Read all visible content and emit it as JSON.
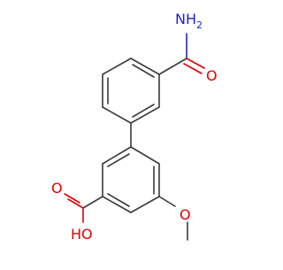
{
  "molecule": {
    "atom_labels": {
      "amide_n": "NH",
      "amide_n_sub": "2",
      "amide_o": "O",
      "acid_o_double": "O",
      "acid_oh": "HO",
      "methoxy_o": "O"
    },
    "colors": {
      "bond": "#3a3a3a",
      "oxygen": "#e00000",
      "nitrogen": "#2222cc"
    }
  }
}
